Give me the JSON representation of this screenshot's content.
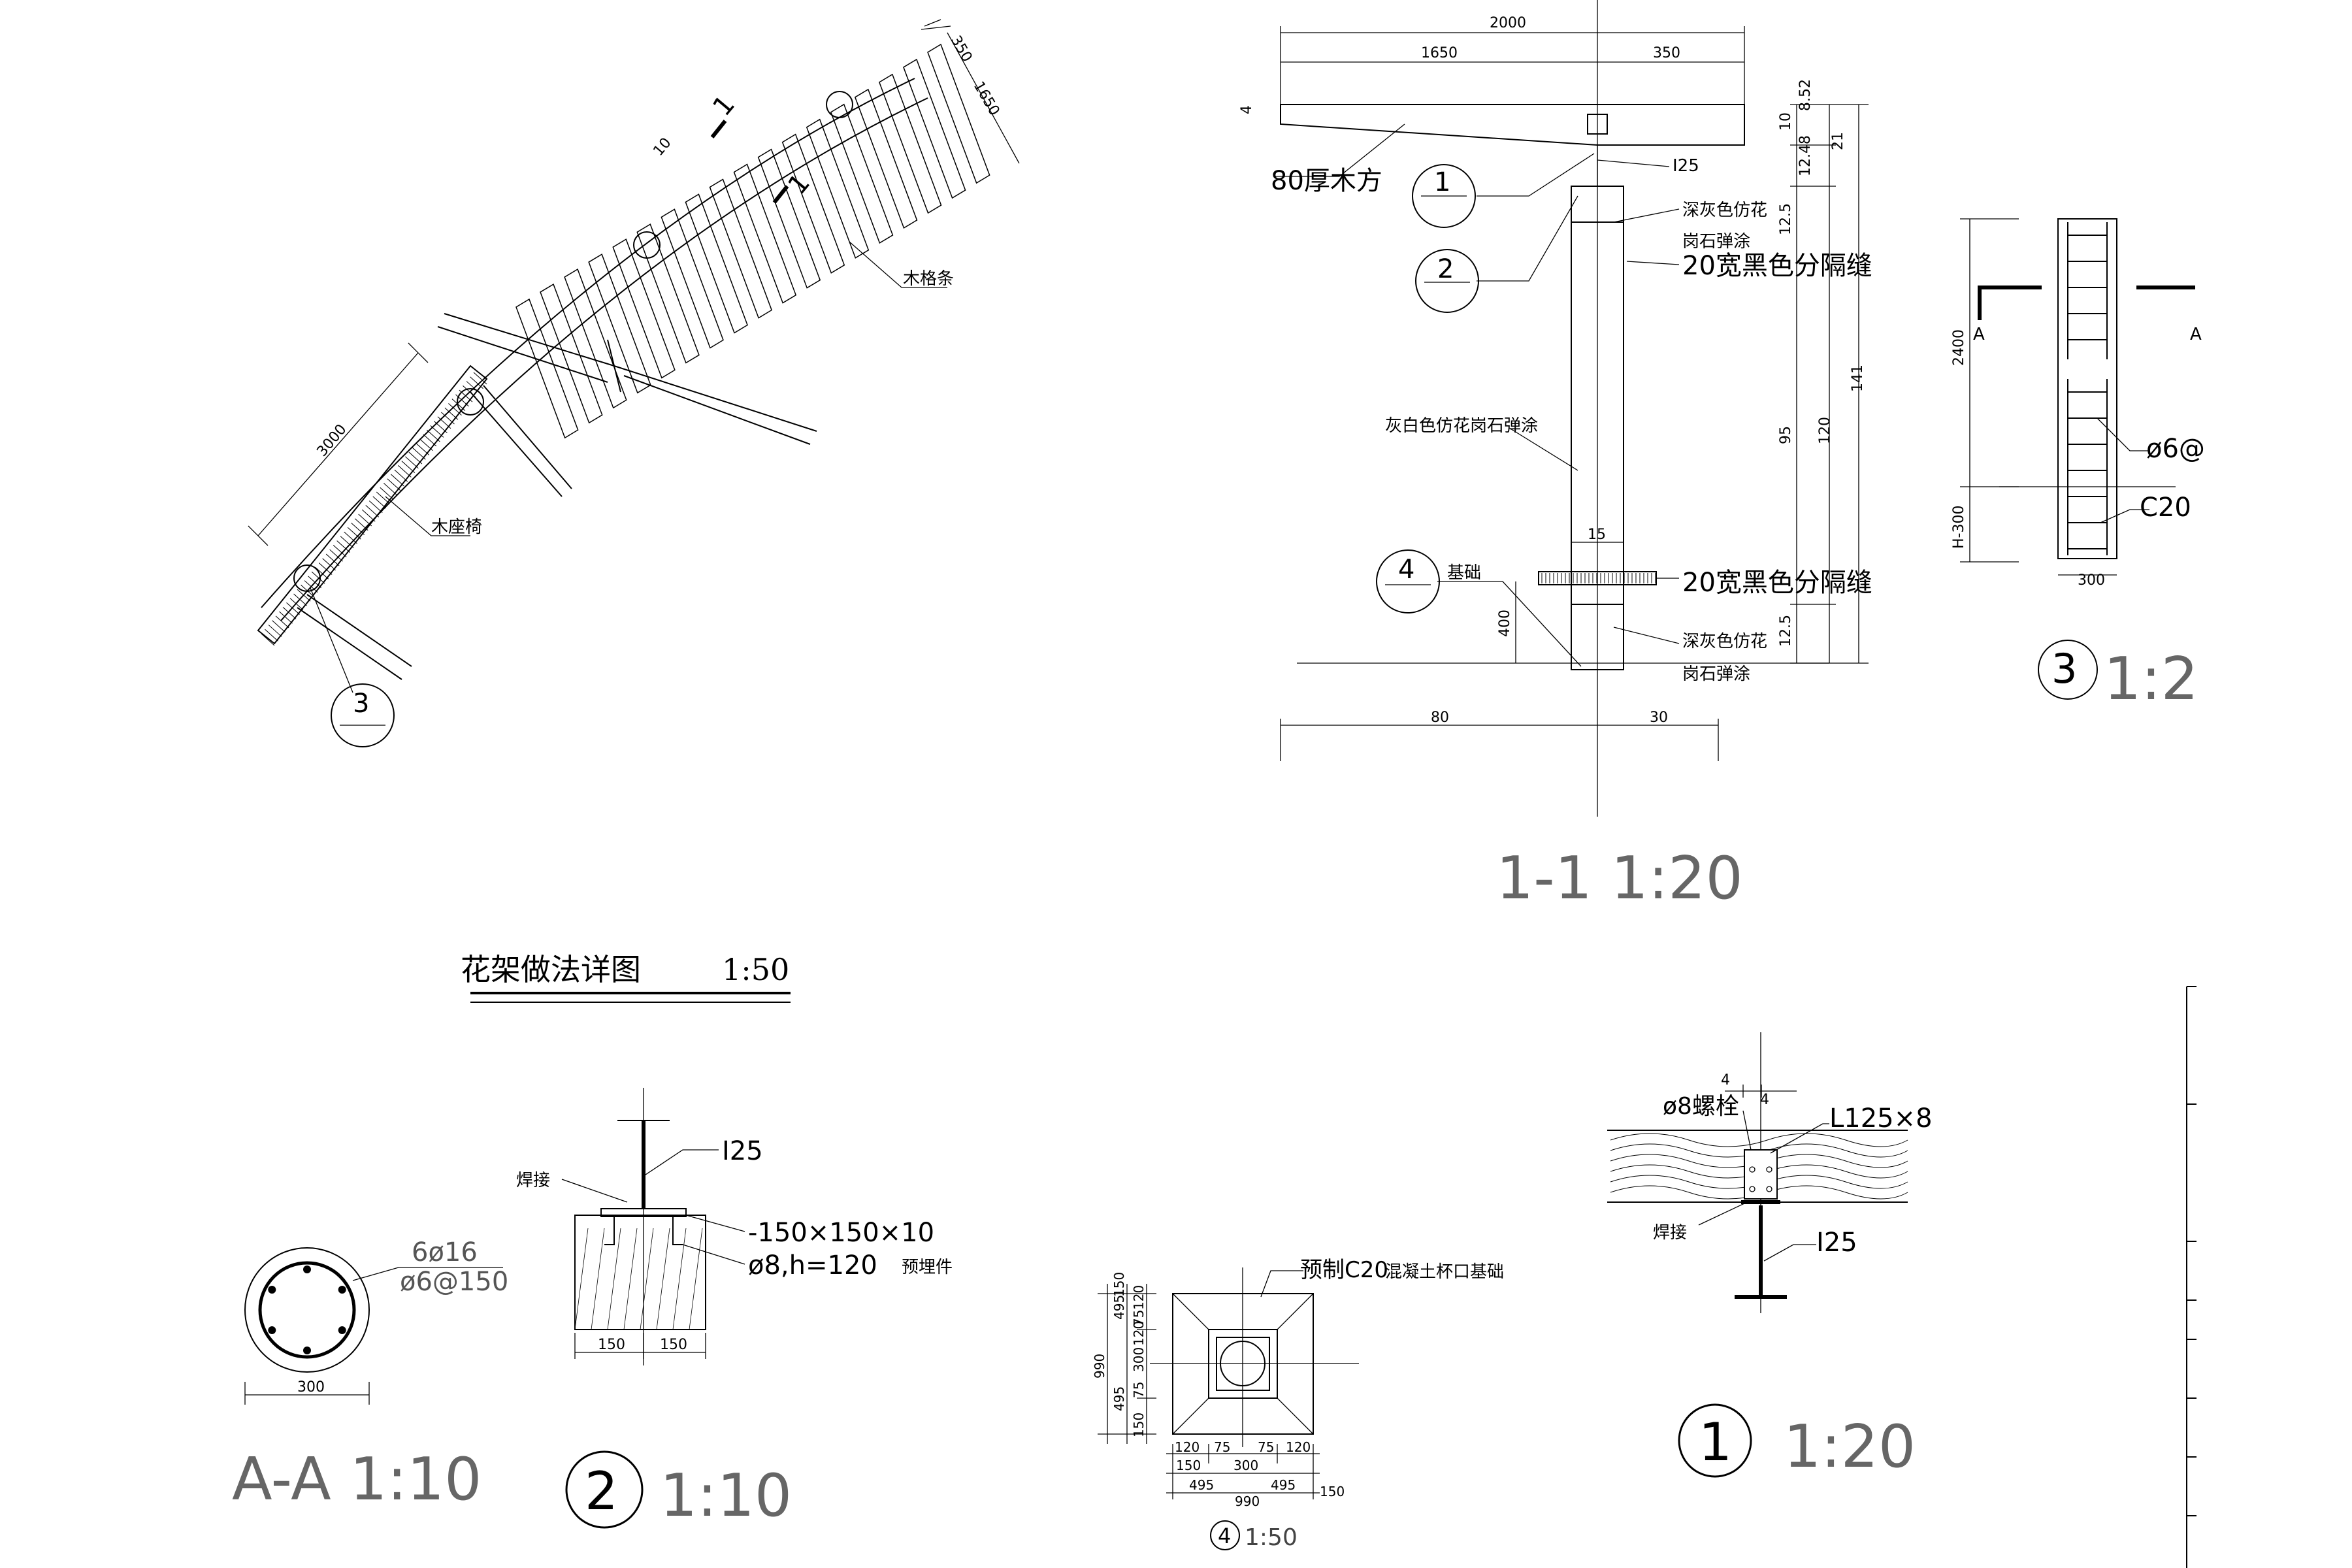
{
  "colors": {
    "line": "#000000",
    "title_gray": "#666666",
    "background": "#ffffff"
  },
  "plan": {
    "cut_mark_top": "1",
    "cut_mark_bottom": "1",
    "dim_350": "350",
    "dim_1650": "1650",
    "dim_10": "10",
    "dim_3000": "3000",
    "label_wood_grid": "木格条",
    "label_wood_bench": "木座椅",
    "detail_callout": "3"
  },
  "main_title": {
    "text": "花架做法详图",
    "scale": "1:50"
  },
  "section_1_1": {
    "dim_2000": "2000",
    "dim_1650": "1650",
    "dim_350": "350",
    "dim_4": "4",
    "label_timber": "80厚木方",
    "label_i25": "I25",
    "callout_1": "1",
    "callout_2": "2",
    "callout_4": "4",
    "label_dark_granite_1": "深灰色仿花",
    "label_dark_granite_1b": "岗石弹涂",
    "label_joint_1": "20宽黑色分隔缝",
    "label_light_granite": "灰白色仿花岗石弹涂",
    "label_foundation": "基础",
    "label_joint_2": "20宽黑色分隔缝",
    "label_dark_granite_2": "深灰色仿花",
    "label_dark_granite_2b": "岗石弹涂",
    "dim_15": "15",
    "dim_400": "400",
    "dim_80": "80",
    "dim_30": "30",
    "right_dims": [
      "8.52",
      "10",
      "21",
      "12.48",
      "12.5",
      "95",
      "120",
      "141",
      "12.5"
    ],
    "title": "1-1 1:20"
  },
  "detail_3": {
    "dim_2400": "2400",
    "dim_h300": "H-300",
    "dim_300": "300",
    "label_a": "A",
    "label_a_right": "A",
    "label_rebar": "ø6@",
    "label_c20": "C20",
    "callout": "3",
    "scale": "1:2"
  },
  "section_a_a": {
    "label_rebar_1": "6ø16",
    "label_rebar_2": "ø6@150",
    "dim_300": "300",
    "title": "A-A 1:10"
  },
  "detail_2": {
    "label_i25": "I25",
    "label_weld": "焊接",
    "label_plate": "-150×150×10",
    "label_embed": "ø8,h=120",
    "label_embed_suffix": "预埋件",
    "dim_150a": "150",
    "dim_150b": "150",
    "callout": "2",
    "scale": "1:10"
  },
  "detail_4": {
    "label_cup": "预制C20",
    "label_cup_suffix": "混凝土杯口基础",
    "left_dims": [
      "990",
      "495",
      "495",
      "150",
      "75",
      "300",
      "75",
      "120",
      "120",
      "150"
    ],
    "bottom_dims": [
      "120",
      "75",
      "300",
      "75",
      "120",
      "150",
      "495",
      "495",
      "150",
      "990"
    ],
    "callout": "4",
    "scale": "1:50"
  },
  "detail_1": {
    "label_bolt": "ø8螺栓",
    "label_angle": "L125×8",
    "dim_4a": "4",
    "dim_4b": "4",
    "label_weld": "焊接",
    "label_i25": "I25",
    "callout": "1",
    "scale": "1:20"
  }
}
